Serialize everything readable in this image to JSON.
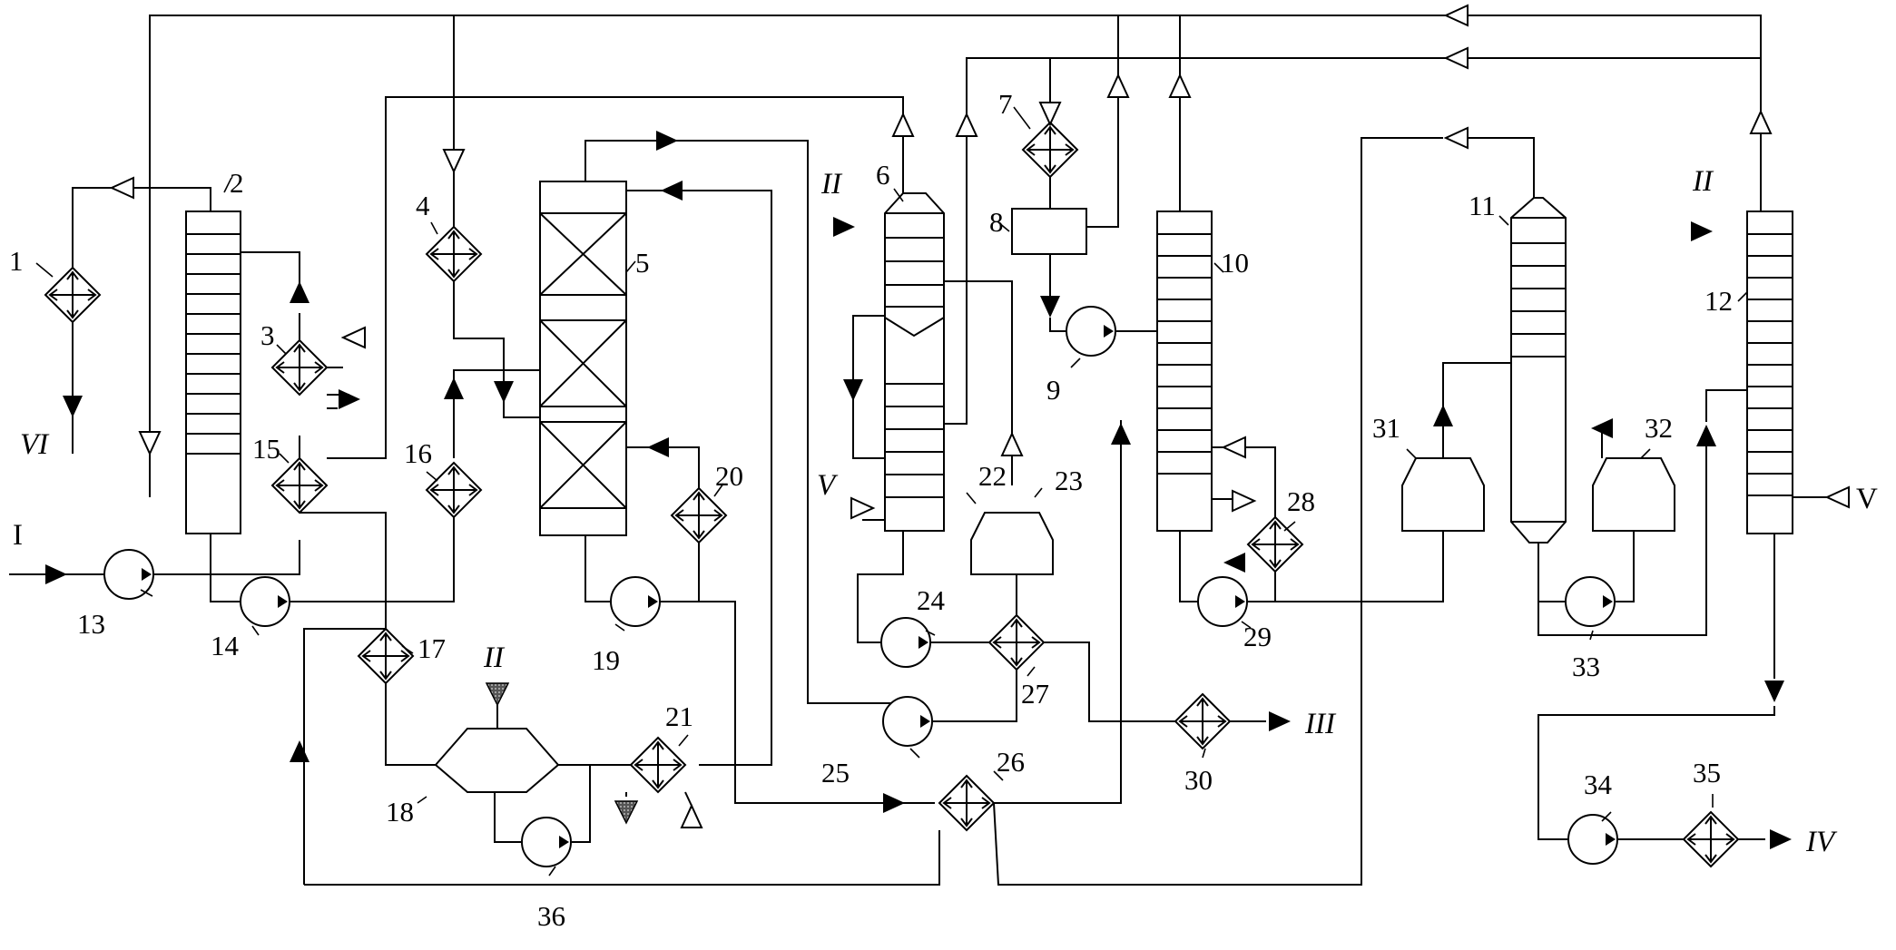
{
  "equipment_labels": {
    "e1": "1",
    "e2": "2",
    "e3": "3",
    "e4": "4",
    "e5": "5",
    "e6": "6",
    "e7": "7",
    "e8": "8",
    "e9": "9",
    "e10": "10",
    "e11": "11",
    "e12": "12",
    "e13": "13",
    "e14": "14",
    "e15": "15",
    "e16": "16",
    "e17": "17",
    "e18": "18",
    "e19": "19",
    "e20": "20",
    "e21": "21",
    "e22": "22",
    "e23": "23",
    "e24": "24",
    "e25": "25",
    "e26": "26",
    "e27": "27",
    "e28": "28",
    "e29": "29",
    "e30": "30",
    "e31": "31",
    "e32": "32",
    "e33": "33",
    "e34": "34",
    "e35": "35",
    "e36": "36"
  },
  "stream_labels": {
    "feed_in": "I",
    "stream_ii_col6": "II",
    "stream_ii_reactor18": "II",
    "stream_ii_col12": "II",
    "product_iii": "III",
    "product_iv": "IV",
    "stream_v_col22": "V",
    "stream_v_col12": "V",
    "product_vi": "VI"
  }
}
